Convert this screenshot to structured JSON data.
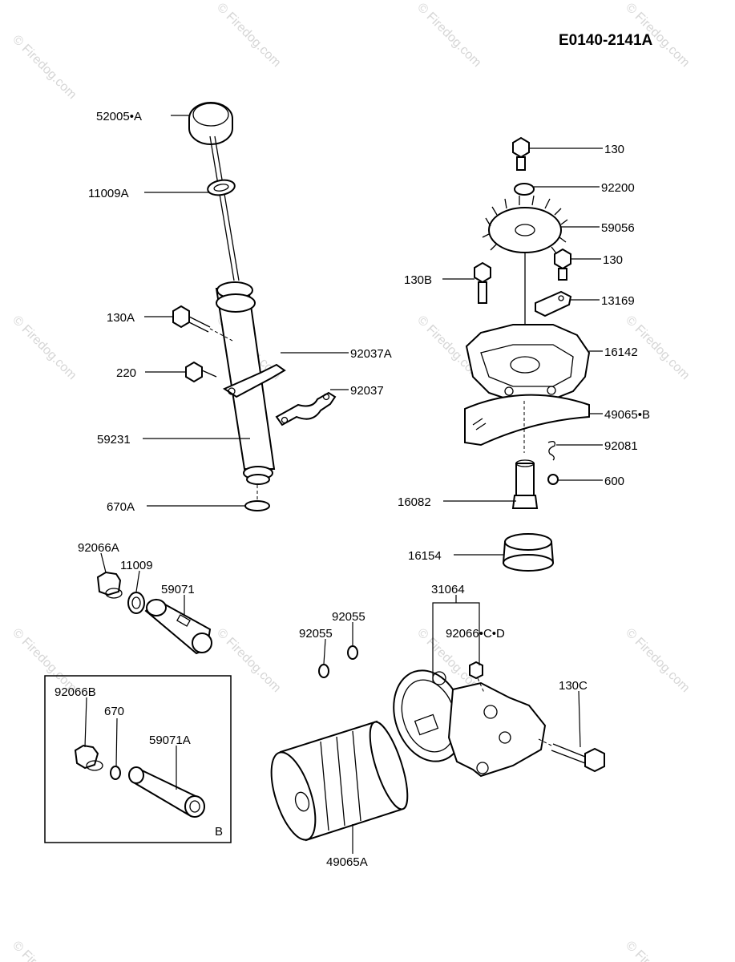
{
  "diagram_code": "E0140-2141A",
  "watermark": "© Firedog.com",
  "inset_label": "B",
  "parts": {
    "p52005A": "52005•A",
    "p11009A": "11009A",
    "p130A": "130A",
    "p220": "220",
    "p92037A": "92037A",
    "p92037": "92037",
    "p59231": "59231",
    "p670A": "670A",
    "p130_top": "130",
    "p92200": "92200",
    "p59056": "59056",
    "p130B": "130B",
    "p130_mid": "130",
    "p13169": "13169",
    "p16142": "16142",
    "p49065B": "49065•B",
    "p92081": "92081",
    "p600": "600",
    "p16082": "16082",
    "p16154": "16154",
    "p92066A": "92066A",
    "p11009": "11009",
    "p59071": "59071",
    "p92055_a": "92055",
    "p92055_b": "92055",
    "p31064": "31064",
    "p92066CD": "92066•C•D",
    "p130C": "130C",
    "p92066B": "92066B",
    "p670": "670",
    "p59071A": "59071A",
    "p49065A": "49065A"
  }
}
